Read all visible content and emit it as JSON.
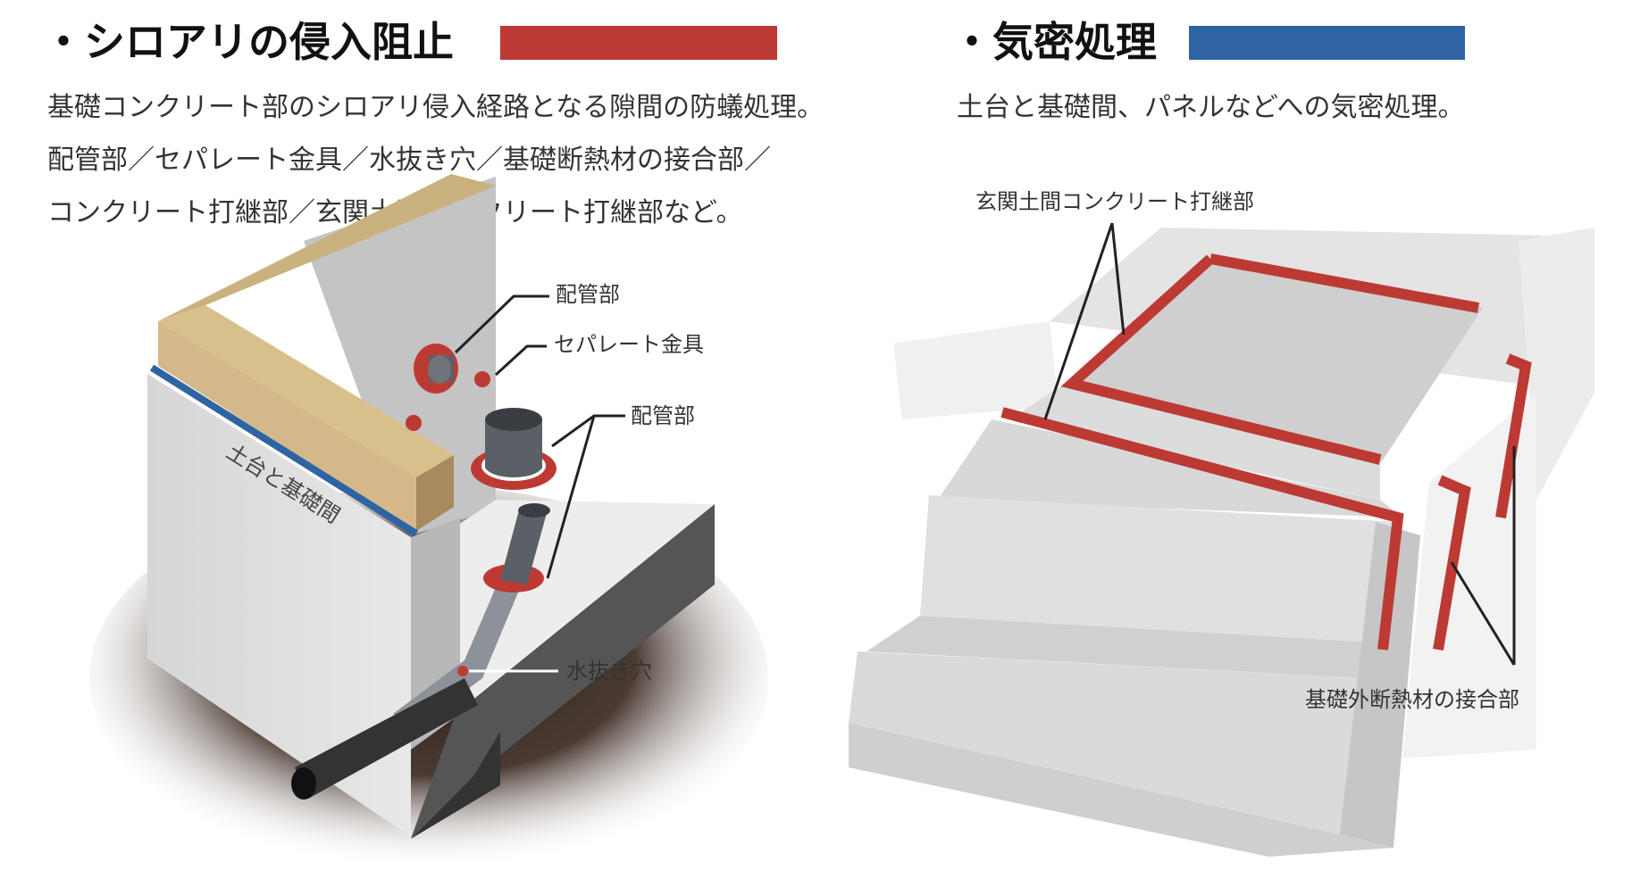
{
  "left": {
    "title": "・シロアリの侵入阻止",
    "bar_color": "#bd3a34",
    "description": [
      "基礎コンクリート部のシロアリ侵入経路となる隙間の防蟻処理。",
      "配管部／セパレート金具／水抜き穴／基礎断熱材の接合部／",
      "コンクリート打継部／玄関土間コンクリート打継部など。"
    ],
    "labels": {
      "pipe_upper": "配管部",
      "separator": "セパレート金具",
      "pipe_lower": "配管部",
      "drain_hole": "水抜き穴",
      "sill_gap": "土台と基礎間"
    }
  },
  "right": {
    "title": "・気密処理",
    "bar_color": "#2f64a3",
    "description": [
      "土台と基礎間、パネルなどへの気密処理。"
    ],
    "labels": {
      "entrance_joint": "玄関土間コンクリート打継部",
      "insulation_joint": "基礎外断熱材の接合部"
    }
  }
}
